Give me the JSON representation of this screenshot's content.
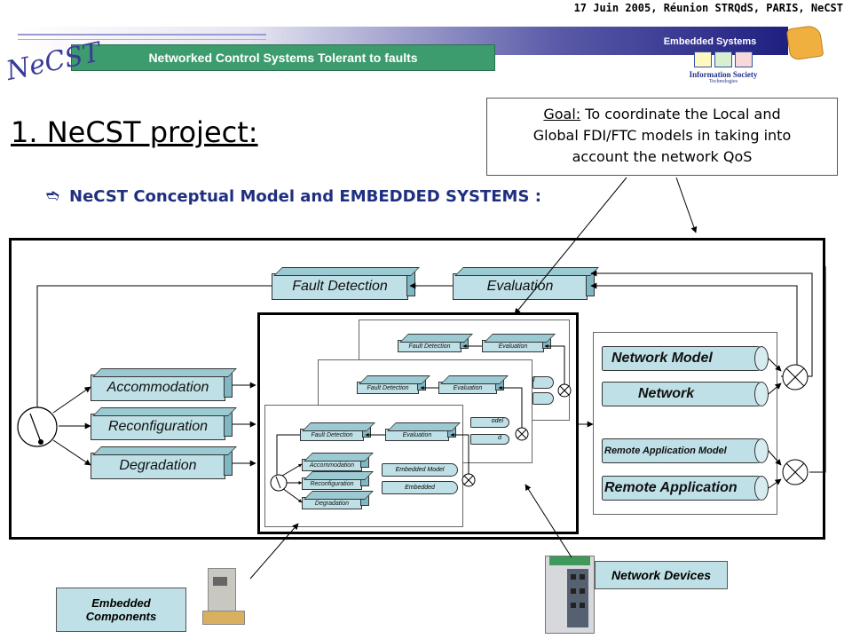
{
  "header": {
    "date_line": "17 Juin 2005, Réunion STRQdS, PARIS, NeCST",
    "embedded_systems": "Embedded Systems",
    "subtitle": "Networked Control Systems Tolerant to faults",
    "logo_text": "NeCST",
    "ist_logo_text": "Information Society",
    "ist_logo_sub": "Technologies"
  },
  "page": {
    "title": "1. NeCST project:",
    "section": "NeCST Conceptual Model and EMBEDDED SYSTEMS :",
    "goal_label": "Goal:",
    "goal_text_1": " To coordinate the Local and",
    "goal_text_2": "Global FDI/FTC models in taking into",
    "goal_text_3": "account the network QoS"
  },
  "diagram": {
    "fault_detection": "Fault Detection",
    "evaluation": "Evaluation",
    "accommodation": "Accommodation",
    "reconfiguration": "Reconfiguration",
    "degradation": "Degradation",
    "network_model": "Network Model",
    "network": "Network",
    "remote_app_model": "Remote Application Model",
    "remote_app": "Remote Application",
    "mini_fault_detection": "Fault Detection",
    "mini_evaluation": "Evaluation",
    "mini_accommodation": "Accommodation",
    "mini_reconfiguration": "Reconfiguration",
    "mini_degradation": "Degradation",
    "mini_embedded_model": "Embedded Model",
    "mini_embedded": "Embedded",
    "mini_model_frag": "odel",
    "mini_d_frag": "d"
  },
  "footer": {
    "embedded_components": "Embedded Components",
    "network_devices": "Network Devices"
  }
}
